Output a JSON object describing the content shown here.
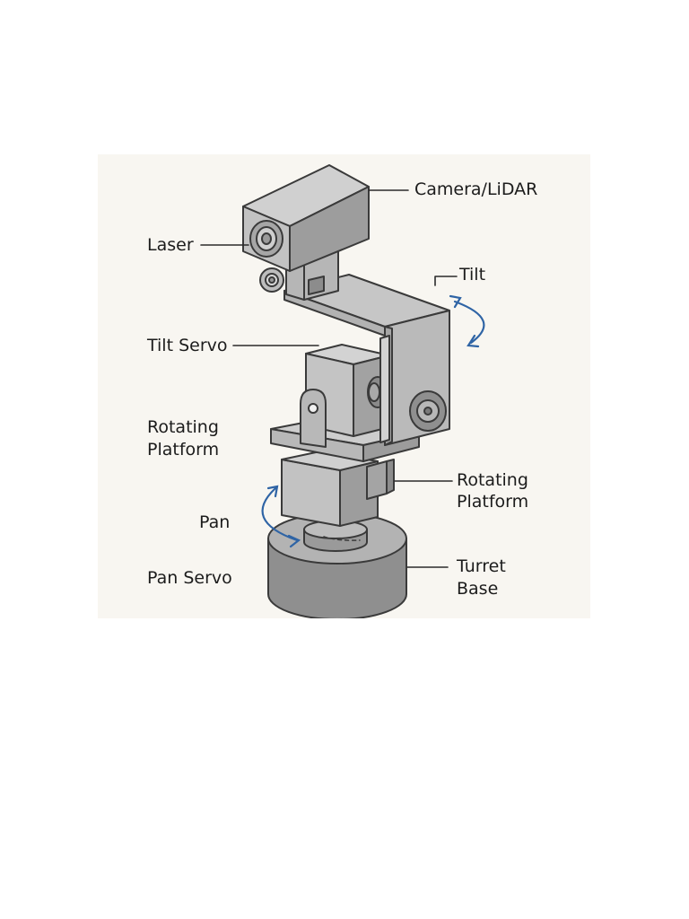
{
  "labels": {
    "camera": "Camera/LiDAR",
    "laser": "Laser",
    "tilt": "Tilt",
    "tilt_servo": "Tilt Servo",
    "rotating_platform_left_1": "Rotating",
    "rotating_platform_left_2": "Platform",
    "rotating_platform_right_1": "Rotating",
    "rotating_platform_right_2": "Platform",
    "pan": "Pan",
    "pan_servo": "Pan Servo",
    "turret_base_1": "Turret",
    "turret_base_2": "Base"
  },
  "colors": {
    "background": "#f8f6f1",
    "metal_light": "#c9c9c9",
    "metal_mid": "#b1b1b1",
    "metal_dark": "#8f8f8f",
    "outline": "#3a3a3a",
    "arrow": "#2f64a5"
  }
}
